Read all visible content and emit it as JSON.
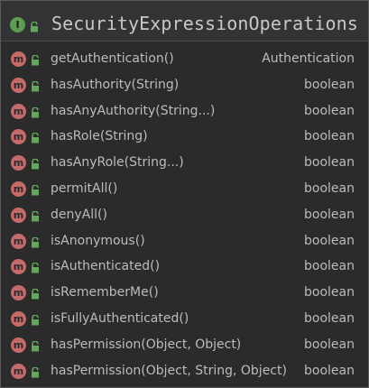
{
  "header": {
    "title": "SecurityExpressionOperations",
    "kind_icon": "interface-icon",
    "kind_icon_letter": "I",
    "access_icon": "unlocked-icon"
  },
  "method_icon_letter": "m",
  "methods": [
    {
      "name": "getAuthentication()",
      "type": "Authentication"
    },
    {
      "name": "hasAuthority(String)",
      "type": "boolean"
    },
    {
      "name": "hasAnyAuthority(String...)",
      "type": "boolean"
    },
    {
      "name": "hasRole(String)",
      "type": "boolean"
    },
    {
      "name": "hasAnyRole(String...)",
      "type": "boolean"
    },
    {
      "name": "permitAll()",
      "type": "boolean"
    },
    {
      "name": "denyAll()",
      "type": "boolean"
    },
    {
      "name": "isAnonymous()",
      "type": "boolean"
    },
    {
      "name": "isAuthenticated()",
      "type": "boolean"
    },
    {
      "name": "isRememberMe()",
      "type": "boolean"
    },
    {
      "name": "isFullyAuthenticated()",
      "type": "boolean"
    },
    {
      "name": "hasPermission(Object, Object)",
      "type": "boolean"
    },
    {
      "name": "hasPermission(Object, String, Object)",
      "type": "boolean"
    }
  ],
  "colors": {
    "background": "#2b2b2b",
    "interface_icon": "#5e9b53",
    "method_icon": "#c46a6a",
    "lock_icon": "#62a85a",
    "text": "#bcbcbc"
  }
}
